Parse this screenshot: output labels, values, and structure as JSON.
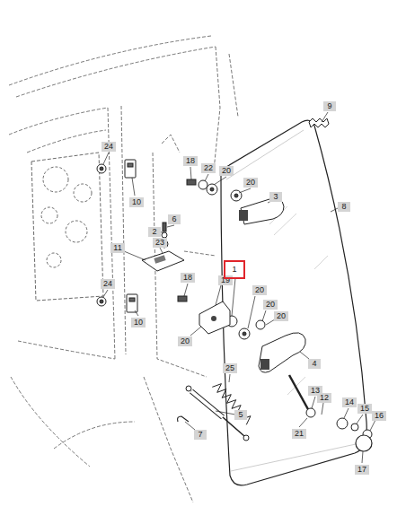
{
  "diagram": {
    "labels": [
      "24",
      "10",
      "18",
      "22",
      "20",
      "20",
      "3",
      "9",
      "8",
      "6",
      "2",
      "23",
      "11",
      "24",
      "10",
      "18",
      "19",
      "1",
      "20",
      "20",
      "20",
      "20",
      "4",
      "25",
      "13",
      "12",
      "14",
      "15",
      "16",
      "5",
      "21",
      "7",
      "17"
    ]
  }
}
